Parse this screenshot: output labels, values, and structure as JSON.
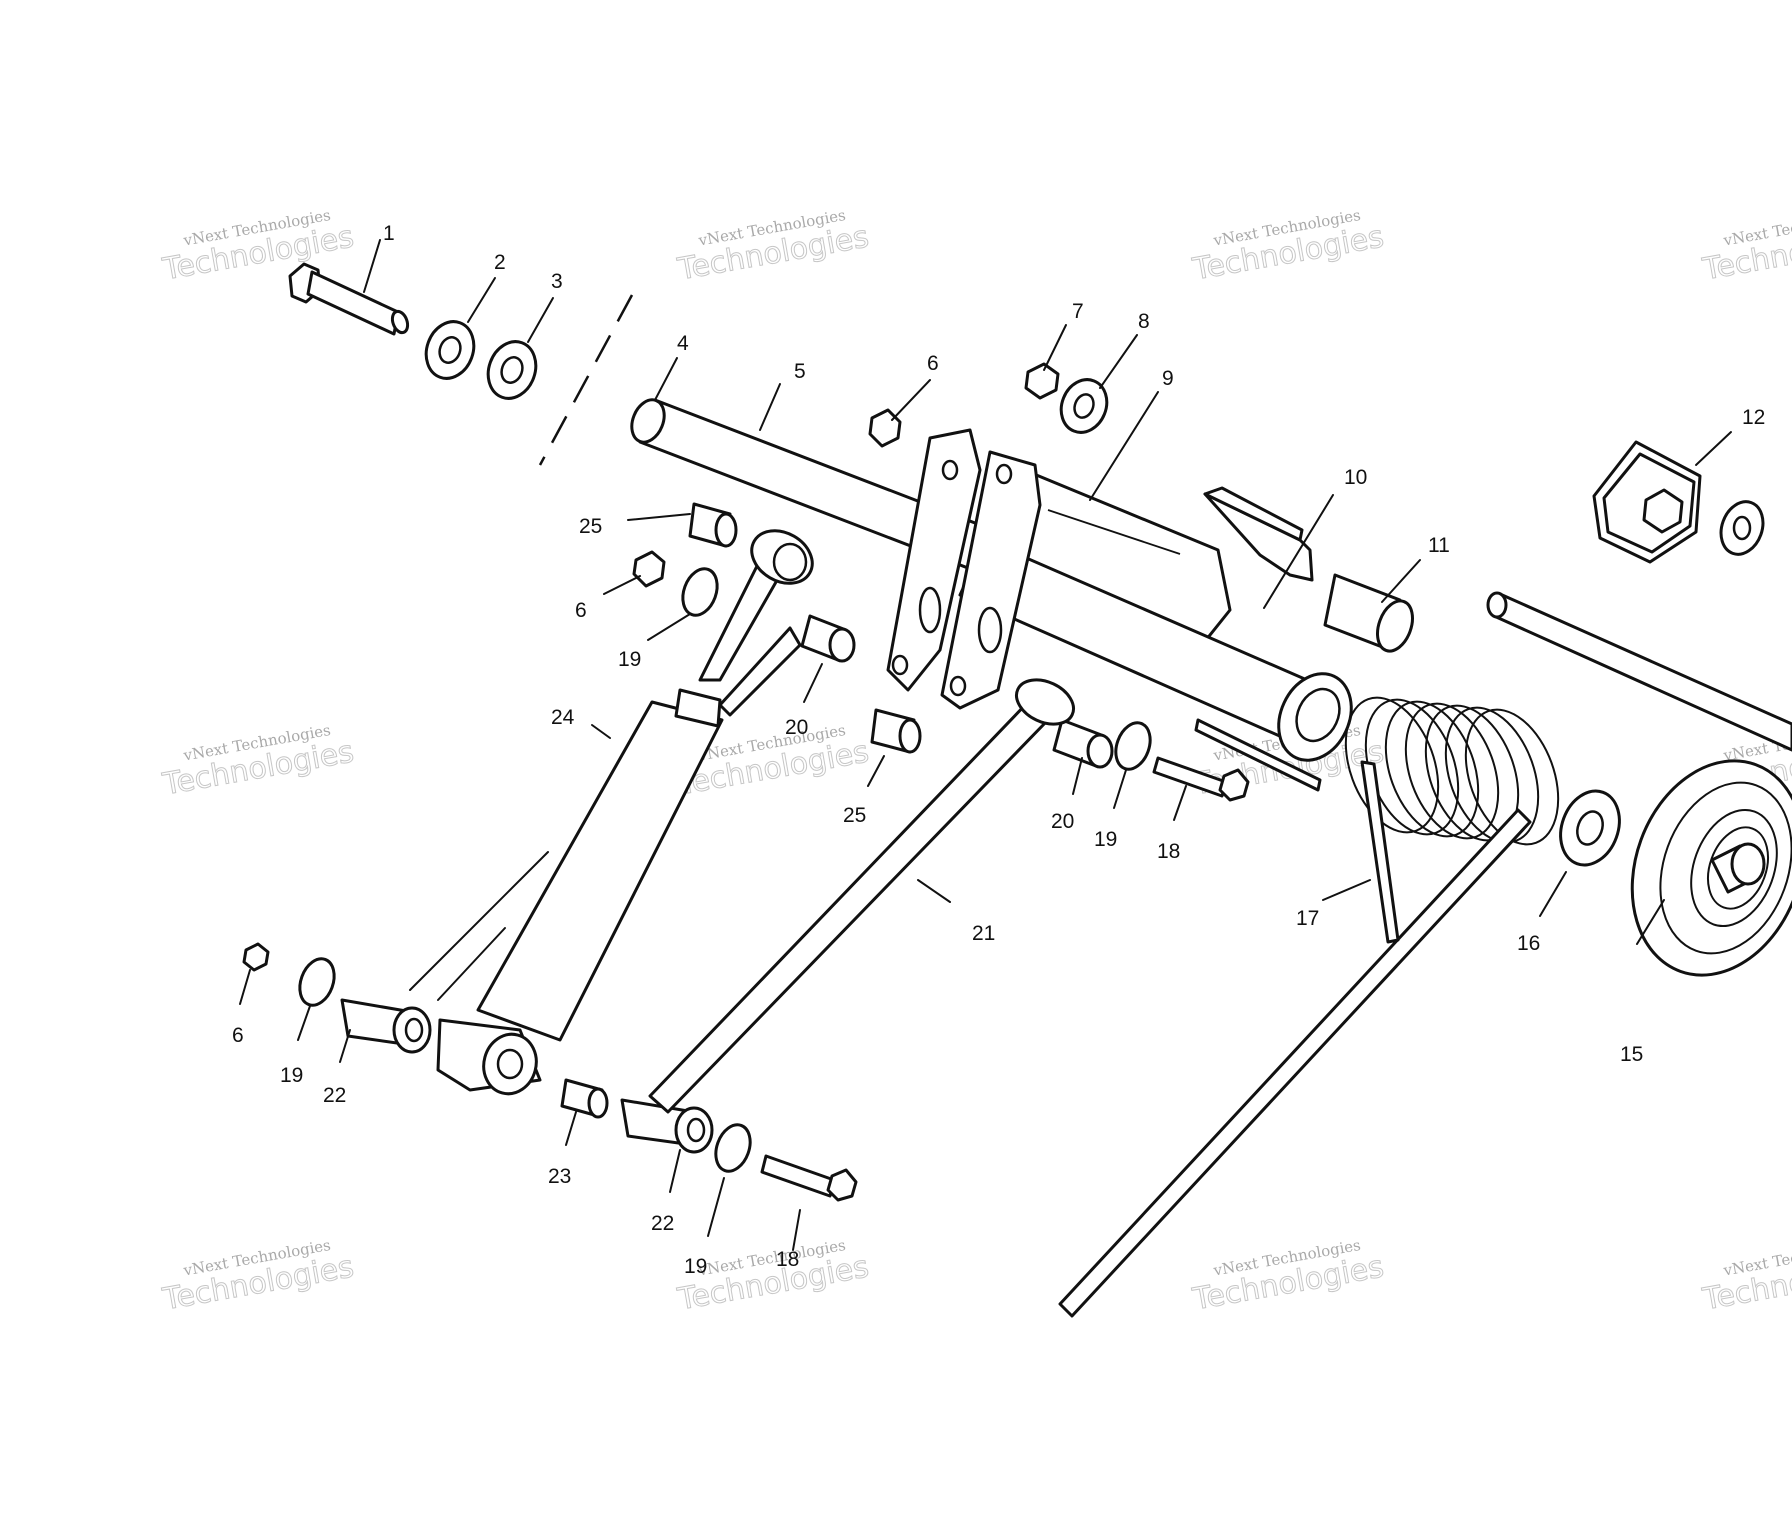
{
  "diagram": {
    "watermark_company": "vNext Technologies",
    "watermark_word": "Technologies",
    "callouts": [
      "1",
      "2",
      "3",
      "4",
      "5",
      "6",
      "6",
      "6",
      "6",
      "7",
      "8",
      "9",
      "10",
      "11",
      "12",
      "15",
      "16",
      "17",
      "18",
      "18",
      "19",
      "19",
      "19",
      "19",
      "20",
      "20",
      "21",
      "22",
      "22",
      "23",
      "24",
      "25",
      "25"
    ]
  }
}
